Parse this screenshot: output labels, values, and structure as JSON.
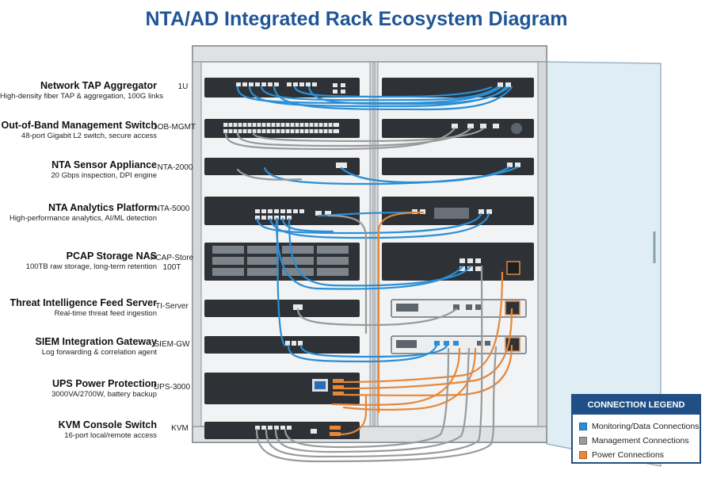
{
  "title": "NTA/AD Integrated Rack Ecosystem Diagram",
  "devices": [
    {
      "name": "Network TAP Aggregator",
      "desc": "High-density fiber TAP & aggregation, 100G links",
      "code": "1U"
    },
    {
      "name": "Out-of-Band Management Switch",
      "desc": "48-port Gigabit L2 switch, secure access",
      "code": "OOB-MGMT"
    },
    {
      "name": "NTA Sensor Appliance",
      "desc": "20 Gbps inspection, DPI engine",
      "code": "NTA-2000"
    },
    {
      "name": "NTA Analytics Platform",
      "desc": "High-performance analytics, AI/ML detection",
      "code": "NTA-5000"
    },
    {
      "name": "PCAP Storage NAS",
      "desc": "100TB raw storage, long-term retention",
      "code": "PCAP-Store\n100T"
    },
    {
      "name": "Threat Intelligence Feed Server",
      "desc": "Real-time threat feed ingestion",
      "code": "TI-Server"
    },
    {
      "name": "SIEM Integration Gateway",
      "desc": "Log forwarding & correlation agent",
      "code": "SIEM-GW"
    },
    {
      "name": "UPS Power Protection",
      "desc": "3000VA/2700W, battery backup",
      "code": "UPS-3000"
    },
    {
      "name": "KVM Console Switch",
      "desc": "16-port local/remote access",
      "code": "KVM"
    }
  ],
  "legend": {
    "title": "CONNECTION LEGEND",
    "items": [
      {
        "label": "Monitoring/Data Connections",
        "color": "#2a8fd6"
      },
      {
        "label": "Management Connections",
        "color": "#9a9a9a"
      },
      {
        "label": "Power Connections",
        "color": "#e6873a"
      }
    ]
  },
  "colors": {
    "title": "#1f5596",
    "data": "#2a8fd6",
    "mgmt": "#9a9a9a",
    "power": "#e6873a",
    "device": "#2e3236"
  }
}
